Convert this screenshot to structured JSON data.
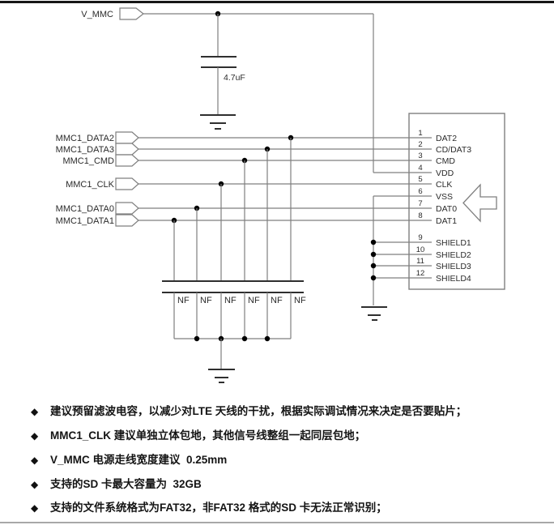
{
  "schematic": {
    "power_flag": {
      "label": "V_MMC"
    },
    "capacitor_label": "4.7uF",
    "signal_flags": [
      {
        "label": "MMC1_DATA2"
      },
      {
        "label": "MMC1_DATA3"
      },
      {
        "label": "MMC1_CMD"
      },
      {
        "label": "MMC1_CLK"
      },
      {
        "label": "MMC1_DATA0"
      },
      {
        "label": "MMC1_DATA1"
      }
    ],
    "nf_caps": [
      "NF",
      "NF",
      "NF",
      "NF",
      "NF",
      "NF"
    ],
    "connector_pins": [
      {
        "num": "1",
        "name": "DAT2"
      },
      {
        "num": "2",
        "name": "CD/DAT3"
      },
      {
        "num": "3",
        "name": "CMD"
      },
      {
        "num": "4",
        "name": "VDD"
      },
      {
        "num": "5",
        "name": "CLK"
      },
      {
        "num": "6",
        "name": "VSS"
      },
      {
        "num": "7",
        "name": "DAT0"
      },
      {
        "num": "8",
        "name": "DAT1"
      },
      {
        "num": "9",
        "name": "SHIELD1"
      },
      {
        "num": "10",
        "name": "SHIELD2"
      },
      {
        "num": "11",
        "name": "SHIELD3"
      },
      {
        "num": "12",
        "name": "SHIELD4"
      }
    ]
  },
  "notes": {
    "bullet_glyph": "◆",
    "items": [
      "建议预留滤波电容，以减少对LTE 天线的干扰，根据实际调试情况来决定是否要贴片；",
      "MMC1_CLK 建议单独立体包地，其他信号线整组一起同层包地；",
      "V_MMC 电源走线宽度建议  0.25mm",
      "支持的SD 卡最大容量为  32GB",
      "支持的文件系统格式为FAT32，非FAT32 格式的SD 卡无法正常识别；"
    ]
  },
  "colors": {
    "wire": "#7f7f7f",
    "text": "#2b2b2b",
    "junction": "#000000"
  }
}
